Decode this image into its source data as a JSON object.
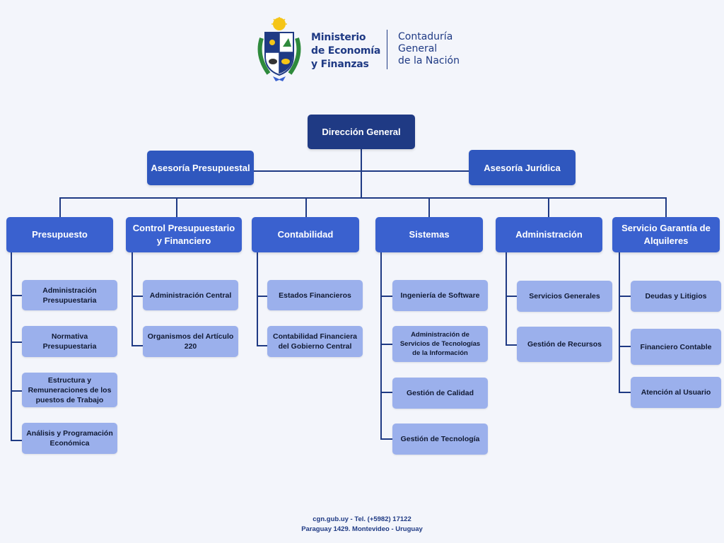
{
  "header": {
    "ministry_line1": "Ministerio",
    "ministry_line2": "de Economía",
    "ministry_line3": "y Finanzas",
    "cgn_line1": "Contaduría",
    "cgn_line2": "General",
    "cgn_line3": "de la Nación"
  },
  "org": {
    "direccion_general": "Dirección General",
    "asesoria_presupuestal": "Asesoría Presupuestal",
    "asesoria_juridica": "Asesoría Jurídica",
    "departments": [
      {
        "name": "Presupuesto",
        "units": [
          "Administración Presupuestaria",
          "Normativa Presupuestaria",
          "Estructura y Remuneraciones de los puestos de Trabajo",
          "Análisis y Programación Económica"
        ]
      },
      {
        "name": "Control Presupuestario y Financiero",
        "units": [
          "Administración Central",
          "Organismos del Artículo 220"
        ]
      },
      {
        "name": "Contabilidad",
        "units": [
          "Estados Financieros",
          "Contabilidad Financiera del Gobierno Central"
        ]
      },
      {
        "name": "Sistemas",
        "units": [
          "Ingeniería de Software",
          "Administración de Servicios de Tecnologías de la Información",
          "Gestión de Calidad",
          "Gestión de Tecnología"
        ]
      },
      {
        "name": "Administración",
        "units": [
          "Servicios Generales",
          "Gestión de Recursos"
        ]
      },
      {
        "name": "Servicio Garantía de Alquileres",
        "units": [
          "Deudas y Litigios",
          "Financiero Contable",
          "Atención al Usuario"
        ]
      }
    ]
  },
  "footer": {
    "line1": "cgn.gub.uy - Tel. (+5982) 17122",
    "line2": "Paraguay 1429. Montevideo - Uruguay"
  },
  "colors": {
    "dark_navy": "#1f3a84",
    "department_blue": "#3a61cf",
    "unit_light_blue": "#9bb0ec",
    "background": "#f3f5fb"
  }
}
